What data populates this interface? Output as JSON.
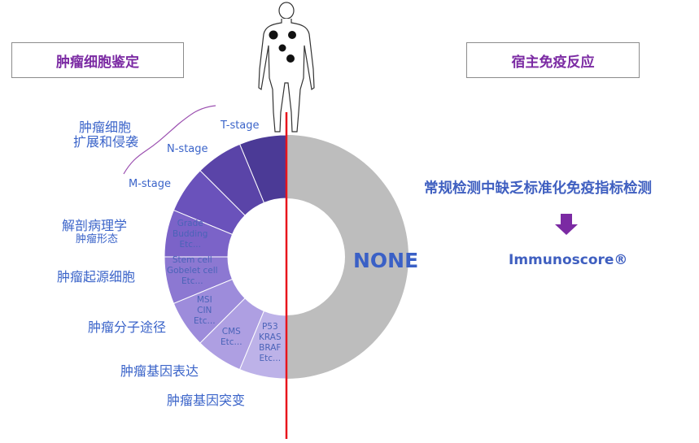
{
  "headers": {
    "left": "肿瘤细胞鉴定",
    "right": "宿主免疫反应"
  },
  "stages": {
    "t": "T-stage",
    "n": "N-stage",
    "m": "M-stage"
  },
  "left_labels": {
    "invasion_line1": "肿瘤细胞",
    "invasion_line2": "扩展和侵袭",
    "anatomy_line1": "解剖病理学",
    "anatomy_line2": "肿瘤形态",
    "origin": "肿瘤起源细胞",
    "pathway": "肿瘤分子途径",
    "expression": "肿瘤基因表达",
    "mutation": "肿瘤基因突变"
  },
  "segment_labels": {
    "grade": [
      "Grade",
      "Budding",
      "Etc..."
    ],
    "stem": [
      "Stem cell",
      "Gobelet cell",
      "Etc..."
    ],
    "msi": [
      "MSI",
      "CIN",
      "Etc..."
    ],
    "cms": [
      "CMS",
      "Etc..."
    ],
    "p53": [
      "P53",
      "KRAS",
      "BRAF",
      "Etc..."
    ]
  },
  "right_half_label": "NONE",
  "right_side": {
    "title": "常规检测中缺乏标准化免疫指标检测",
    "result": "Immunoscore®"
  },
  "colors": {
    "header_text": "#7b2aa3",
    "label_blue": "#3b64c9",
    "right_ring": "#bdbdbd",
    "divider_red": "#e8141c",
    "arrow_purple": "#7b2aa3",
    "segment_shades": [
      "#4b3a96",
      "#5a44a8",
      "#6a52bb",
      "#7b63c8",
      "#8c78d2",
      "#9d8cdb",
      "#ae9fe2",
      "#bdb2e8"
    ]
  }
}
